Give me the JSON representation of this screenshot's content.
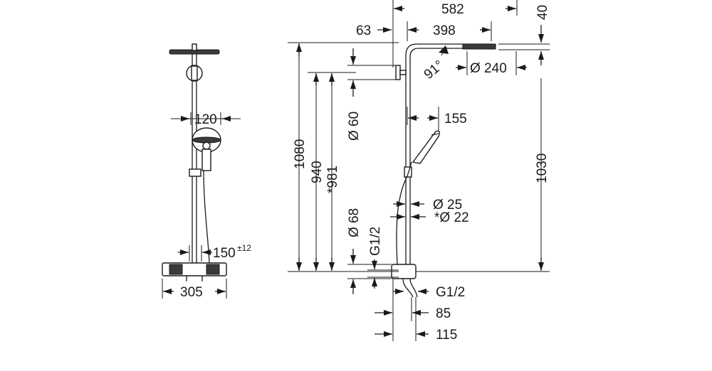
{
  "labels": {
    "front_head_width": "120",
    "front_mixer_spacing": "150",
    "front_mixer_tolerance": "±12",
    "front_mixer_width": "305",
    "top_overall_width": "582",
    "top_wall_offset": "63",
    "top_arm_length": "398",
    "head_thickness": "40",
    "arm_angle": "91°",
    "head_diameter": "Ø 240",
    "total_height": "1080",
    "bracket_height": "940",
    "bracket_height_alt": "*981",
    "bracket_diameter": "Ø 60",
    "hand_shower_offset": "155",
    "riser_height": "1030",
    "pipe_diameter": "Ø 25",
    "pipe_diameter_alt": "*Ø 22",
    "rosette_diameter": "Ø 68",
    "inlet_thread_side": "G1/2",
    "outlet_thread": "G1/2",
    "mixer_depth": "85",
    "mixer_depth_total": "115"
  },
  "colors": {
    "line": "#1a1a1a",
    "background": "#ffffff"
  }
}
